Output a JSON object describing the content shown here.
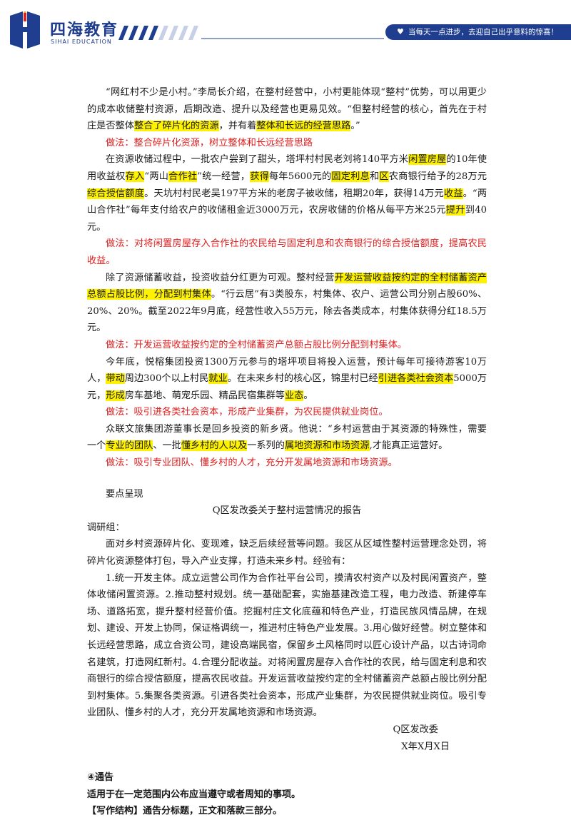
{
  "header": {
    "brand_cn": "四海教育",
    "brand_en": "SIHAI EDUCATION",
    "slogan": "当每天一点进步，去迎自己出乎意料的惊喜！",
    "accent": "#1f3e8f"
  },
  "p1": {
    "a": "“网红村不少是小村。”李局长介绍，在整村经营中，小村更能体现“整村”优势，可以用更少的成本收储整村资源，后期改造、提升以及经营也更易见效。“但整村经营的核心，首先在于村庄是否整体",
    "h1": "整合了碎片化的资源",
    "b": "，并有着",
    "h2": "整体和长远的经营思路",
    "c": "。”"
  },
  "method1": "做法：整合碎片化资源，树立整体和长远经营思路",
  "p2": {
    "a": "在资源收储过程中，一批农户尝到了甜头，塔坪村村民老刘将140平方米",
    "h1": "闲置房屋",
    "b": "的10年使用收益权",
    "h2": "存入",
    "c": "“两山",
    "h3": "合作社",
    "d": "”统一经营，",
    "h4": "获得",
    "e": "每年5600元的",
    "h5": "固定利息",
    "f": "和",
    "h6": "区",
    "g": "农商银行",
    "h": "给予的28万元",
    "h7": "综合授信额度",
    "i": "。天坑村村民老吴197平方米的老房子被收储，租期20年，获得14万元",
    "h8": "收益",
    "j": "。“两山合作社”每年支付给农户的收储租金近3000万元，农房收储的价格从每平方米25元",
    "h9": "提升",
    "k": "到40元。"
  },
  "method2": "做法：对将闲置房屋存入合作社的农民给与固定利息和农商银行的综合授信额度，提高农民收益。",
  "p3": {
    "a": "除了资源储蓄收益，投资收益分红更为可观。整村经营",
    "h1": "开发运营收益按约定的全村储蓄资产总额占股比例，分配到村集体",
    "b": "。“行云居”有3类股东，村集体、农户、运营公司分别占股60%、20%、20%。截至2022年9月底，经营性收入55万元，除去各类成本，村集体获得分红18.5万元。"
  },
  "method3": "做法：开发运营收益按约定的全村储蓄资产总额占股比例分配到村集体。",
  "p4": {
    "a": "今年底，悦榕集团投资1300万元参与的塔坪项目将投入运营，预计每年可接待游客10万人，",
    "h1": "带动",
    "b": "周边300个以上村民",
    "h2": "就业",
    "c": "。在未来乡村的核心区，锦里村已经",
    "h3": "引进各类社会资本",
    "d": "5000万元，",
    "h4": "形成",
    "e": "房车基地、萌宠乐园、精品民宿集群等",
    "h5": "业态",
    "f": "。"
  },
  "method4": "做法：吸引进各类社会资本，形成产业集群，为农民提供就业岗位。",
  "p5": {
    "a": "众联文旅集团游董事长是回乡投资的新乡贤。他说：“乡村运营由于其资源的特殊性，需要一个",
    "h1": "专业的团队",
    "b": "、一批",
    "h2": "懂乡村的人以及",
    "c": "一系列的",
    "h3": "属地资源和市场资源",
    "d": ",才能真正运营好。"
  },
  "method5": "做法：吸引专业团队、懂乡村的人才，充分开发属地资源和市场资源。",
  "report": {
    "heading": "要点呈现",
    "title": "Q区发改委关于整村运营情况的报告",
    "salutation": "调研组：",
    "intro": "面对乡村资源碎片化、变现难，缺乏后续经营等问题。我区从区域性整村运营理念处罚，将碎片化资源整体打包，导入产业支撑，打造未来乡村。经验有：",
    "body": "1.统一开发主体。成立运营公司作为合作社平台公司，摸清农村资产以及村民闲置资产，整体收储闲置资源。2.推动整村规划。统一基础配套，实施基建改造工程，电力改造、新建停车场、道路拓宽，提升整村经营价值。挖掘村庄文化底蕴和特色产业，打造民族风情品牌，在规划、建设、开发上协同，保证格调统一，推进村庄特色产业发展。3.用心做好经营。树立整体和长远经营思路，成立合资公司，建设高端民宿，保留乡土风格同时以匠心设计产品，以古诗词命名建筑，打造网红新村。4.合理分配收益。对将闲置房屋存入合作社的农民，给与固定利息和农商银行的综合授信额度，提高农民收益。开发运营收益按约定的全村储蓄资产总额占股比例分配到村集体。5.集聚各类资源。引进各类社会资本，形成产业集群，为农民提供就业岗位。吸引专业团队、懂乡村的人才，充分开发属地资源和市场资源。",
    "signature": "Q区发改委",
    "date": "X年X月X日"
  },
  "notice": {
    "heading": "④通告",
    "line1": "适用于在一定范围内公布应当遵守或者周知的事项。",
    "line2": "【写作结构】通告分标题，正文和落款三部分。"
  }
}
